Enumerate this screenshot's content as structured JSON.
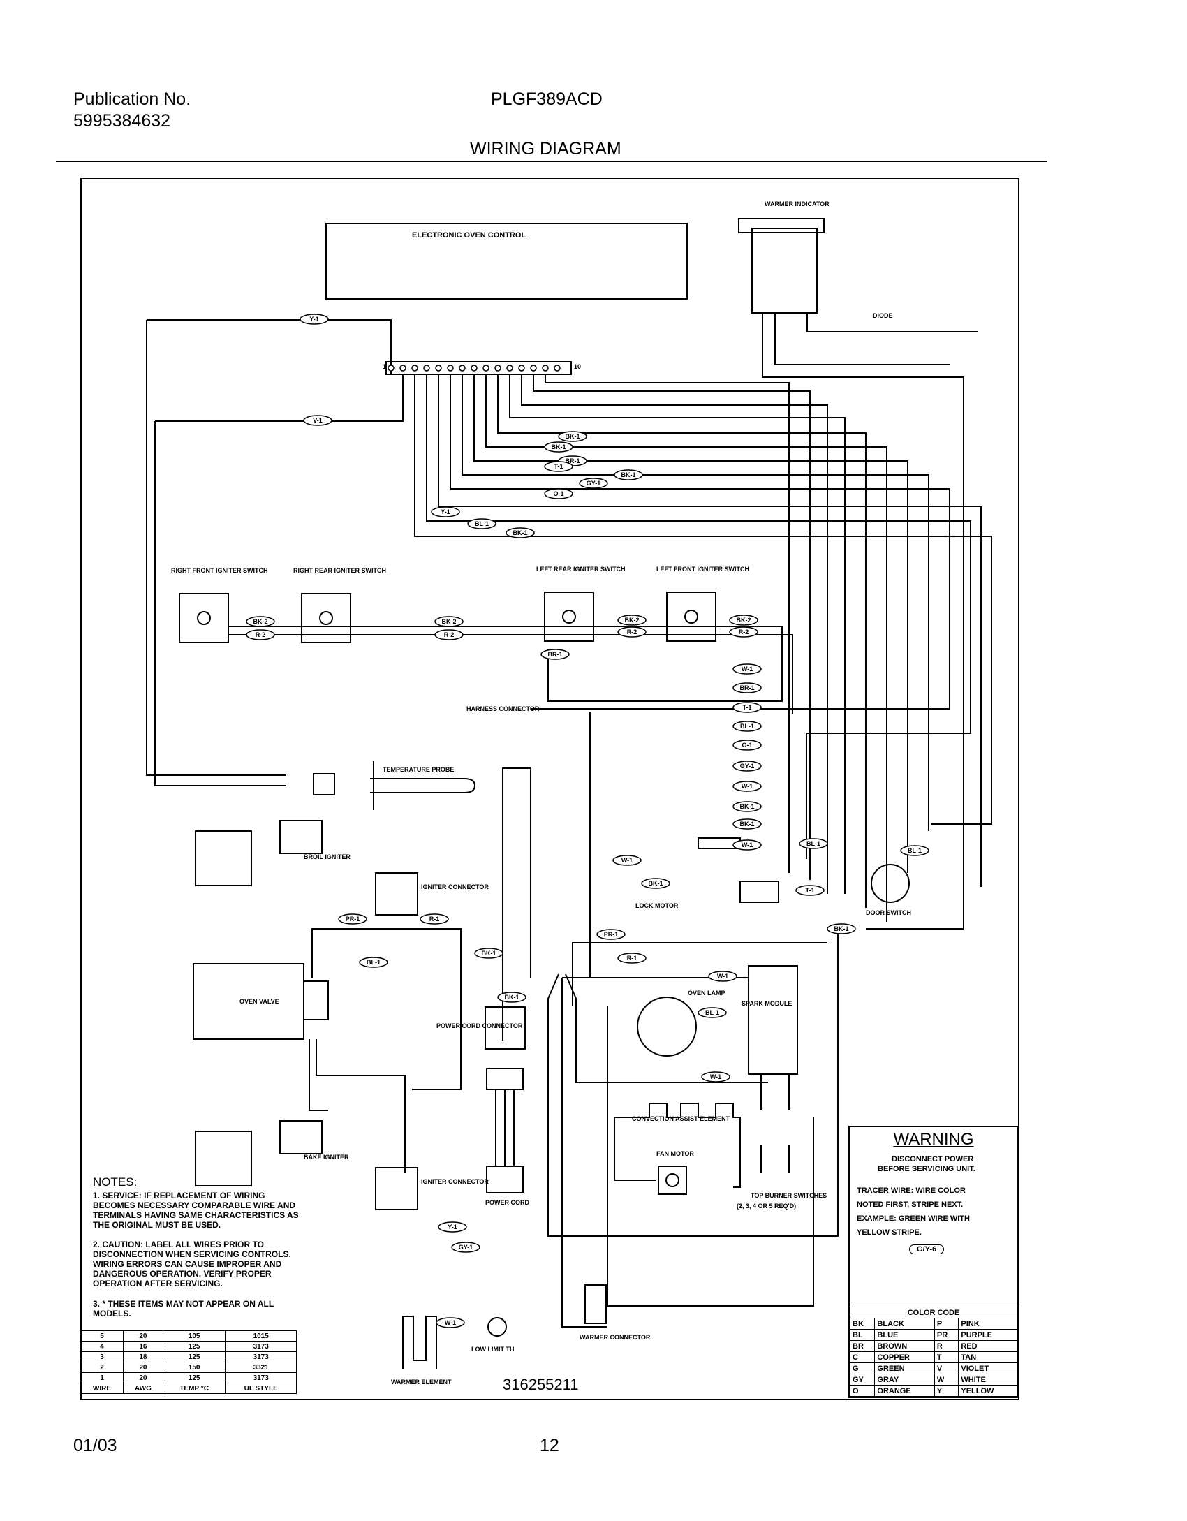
{
  "header": {
    "pub_label": "Publication No.",
    "pub_number": "5995384632",
    "model": "PLGF389ACD",
    "title": "WIRING DIAGRAM"
  },
  "footer": {
    "date": "01/03",
    "page": "12"
  },
  "diagram": {
    "part_number": "316255211",
    "labels": {
      "electronic_oven_control": "ELECTRONIC OVEN CONTROL",
      "warmer_indicator": "WARMER INDICATOR",
      "diode": "DIODE",
      "right_front_igniter": "RIGHT FRONT IGNITER SWITCH",
      "right_rear_igniter": "RIGHT REAR IGNITER SWITCH",
      "left_rear_igniter": "LEFT REAR IGNITER SWITCH",
      "left_front_igniter": "LEFT FRONT IGNITER SWITCH",
      "harness_connector": "HARNESS CONNECTOR",
      "temperature_probe": "TEMPERATURE PROBE",
      "broil_igniter": "BROIL IGNITER",
      "igniter_connector": "IGNITER CONNECTOR",
      "lock_motor": "LOCK MOTOR",
      "door_switch": "DOOR SWITCH",
      "oven_valve": "OVEN VALVE",
      "oven_lamp": "OVEN LAMP",
      "spark_module": "SPARK MODULE",
      "power_cord_connector": "POWER CORD CONNECTOR",
      "convection_element": "CONVECTION ASSIST ELEMENT",
      "fan_motor": "FAN MOTOR",
      "bake_igniter": "BAKE IGNITER",
      "power_cord": "POWER CORD",
      "top_burner_switches": "TOP BURNER SWITCHES",
      "top_burner_note": "(2, 3, 4 OR 5 REQ'D)",
      "warmer_connector": "WARMER CONNECTOR",
      "low_limit": "LOW LIMIT TH",
      "warmer_element": "WARMER ELEMENT",
      "pin_1": "1",
      "pin_10": "10"
    },
    "wire_tags": [
      "Y-1",
      "V-1",
      "BK-1",
      "BK-1",
      "BR-1",
      "T-1",
      "GY-1",
      "BK-1",
      "O-1",
      "Y-1",
      "BL-1",
      "BK-1",
      "BK-2",
      "R-2",
      "BK-2",
      "R-2",
      "BK-2",
      "R-2",
      "BK-2",
      "R-2",
      "BR-1",
      "W-1",
      "BR-1",
      "T-1",
      "BL-1",
      "O-1",
      "GY-1",
      "W-1",
      "BK-1",
      "BK-1",
      "W-1",
      "BL-1",
      "BL-1",
      "W-1",
      "BK-1",
      "T-1",
      "PR-1",
      "R-1",
      "BL-1",
      "BK-1",
      "BK-1",
      "PR-1",
      "W-1",
      "BL-1",
      "W-1",
      "Y-1",
      "GY-1",
      "R-1",
      "BK-1",
      "W-1"
    ]
  },
  "notes": {
    "title": "NOTES:",
    "items": [
      "1.  SERVICE:  IF REPLACEMENT OF WIRING BECOMES NECESSARY COMPARABLE WIRE AND TERMINALS HAVING SAME CHARACTERISTICS AS THE ORIGINAL MUST BE USED.",
      "2.  CAUTION:  LABEL ALL WIRES PRIOR TO DISCONNECTION WHEN SERVICING CONTROLS.  WIRING ERRORS CAN CAUSE IMPROPER AND DANGEROUS OPERATION.  VERIFY PROPER OPERATION AFTER SERVICING.",
      "3.  * THESE ITEMS MAY NOT APPEAR ON ALL MODELS."
    ]
  },
  "wire_table": {
    "headers": [
      "WIRE",
      "AWG",
      "TEMP °C",
      "UL STYLE"
    ],
    "rows": [
      [
        "5",
        "20",
        "105",
        "1015"
      ],
      [
        "4",
        "16",
        "125",
        "3173"
      ],
      [
        "3",
        "18",
        "125",
        "3173"
      ],
      [
        "2",
        "20",
        "150",
        "3321"
      ],
      [
        "1",
        "20",
        "125",
        "3173"
      ]
    ]
  },
  "warning_box": {
    "title": "WARNING",
    "lines": [
      "DISCONNECT POWER",
      "BEFORE SERVICING UNIT.",
      "TRACER WIRE:  WIRE COLOR",
      "NOTED FIRST, STRIPE NEXT.",
      "EXAMPLE:  GREEN WIRE WITH",
      "YELLOW STRIPE."
    ],
    "example_tag": "G/Y-6",
    "color_code_title": "COLOR CODE",
    "colors": [
      [
        "BK",
        "BLACK",
        "P",
        "PINK"
      ],
      [
        "BL",
        "BLUE",
        "PR",
        "PURPLE"
      ],
      [
        "BR",
        "BROWN",
        "R",
        "RED"
      ],
      [
        "C",
        "COPPER",
        "T",
        "TAN"
      ],
      [
        "G",
        "GREEN",
        "V",
        "VIOLET"
      ],
      [
        "GY",
        "GRAY",
        "W",
        "WHITE"
      ],
      [
        "O",
        "ORANGE",
        "Y",
        "YELLOW"
      ]
    ]
  }
}
